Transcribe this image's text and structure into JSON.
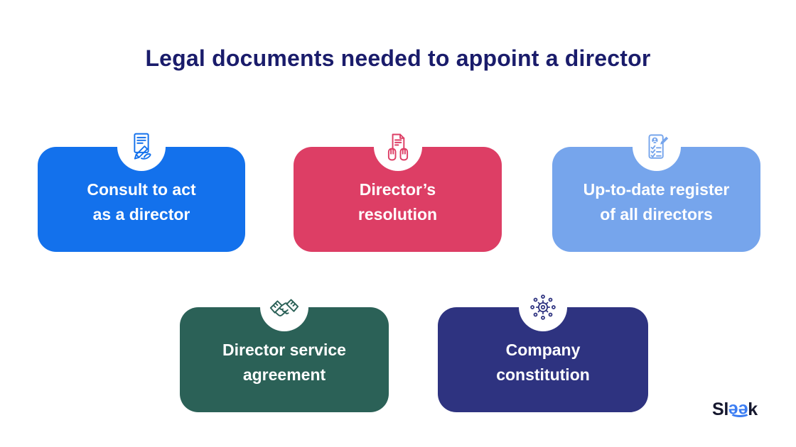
{
  "title": "Legal documents needed to appoint a director",
  "cards": [
    {
      "label": "Consult to act\nas a director",
      "icon": "signature-document-icon",
      "color": "#1371EC"
    },
    {
      "label": "Director’s\nresolution",
      "icon": "document-in-hands-icon",
      "color": "#DD3E65"
    },
    {
      "label": "Up-to-date register\nof all directors",
      "icon": "register-checklist-icon",
      "color": "#76A5EC"
    },
    {
      "label": "Director service\nagreement",
      "icon": "handshake-icon",
      "color": "#2B6157"
    },
    {
      "label": "Company\nconstitution",
      "icon": "gear-network-icon",
      "color": "#2E3380"
    }
  ],
  "logo": {
    "prefix": "Sl",
    "e1": "e",
    "e2": "e",
    "suffix": "k",
    "text_color": "#16182E",
    "accent_color": "#3B7DF3"
  },
  "colors": {
    "background": "#FFFFFF",
    "title_text": "#1A1C6B",
    "card_text": "#FFFFFF"
  }
}
